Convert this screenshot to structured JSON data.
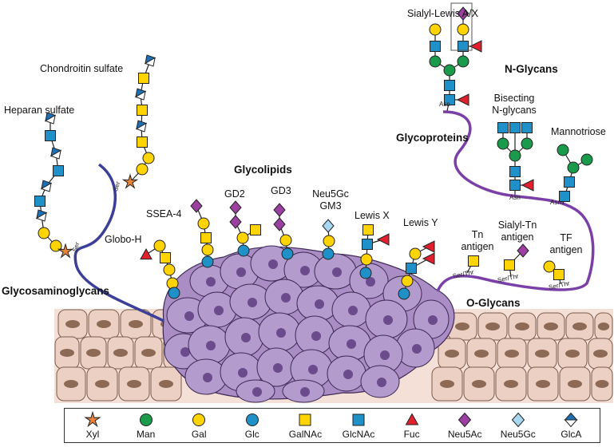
{
  "labels": {
    "sialyl_lewis": "Sialyl-Lewis A/X",
    "n_glycans": "N-Glycans",
    "bisecting_1": "Bisecting",
    "bisecting_2": "N-glycans",
    "mannotriose": "Mannotriose",
    "glycoproteins": "Glycoproteins",
    "chondroitin": "Chondroitin sulfate",
    "heparan": "Heparan sulfate",
    "glycolipids": "Glycolipids",
    "gd2": "GD2",
    "gd3": "GD3",
    "neu5gc_gm3_1": "Neu5Gc",
    "neu5gc_gm3_2": "GM3",
    "ssea4": "SSEA-4",
    "globo_h": "Globo-H",
    "lewis_x": "Lewis X",
    "lewis_y": "Lewis Y",
    "tn_1": "Tn",
    "tn_2": "antigen",
    "sialyl_tn_1": "Sialyl-Tn",
    "sialyl_tn_2": "antigen",
    "tf_1": "TF",
    "tf_2": "antigen",
    "o_glycans": "O-Glycans",
    "gag": "Glycosaminoglycans",
    "asn": "Asn",
    "ser": "Ser",
    "ser_thr": "Ser/Thr"
  },
  "legend": [
    {
      "name": "Xyl",
      "icon": "star-icon",
      "color": "#e8833a"
    },
    {
      "name": "Man",
      "icon": "circle-icon",
      "color": "#1a9b4b"
    },
    {
      "name": "Gal",
      "icon": "circle-icon",
      "color": "#ffd400"
    },
    {
      "name": "Glc",
      "icon": "circle-icon",
      "color": "#1f90c8"
    },
    {
      "name": "GalNAc",
      "icon": "square-icon",
      "color": "#ffd400"
    },
    {
      "name": "GlcNAc",
      "icon": "square-icon",
      "color": "#1f90c8"
    },
    {
      "name": "Fuc",
      "icon": "triangle-icon",
      "color": "#e0202c"
    },
    {
      "name": "Neu5Ac",
      "icon": "diamond-icon",
      "color": "#9b3fa0"
    },
    {
      "name": "Neu5Gc",
      "icon": "diamond-icon",
      "color": "#a8d8f0"
    },
    {
      "name": "GlcA",
      "icon": "split-diamond-icon",
      "color": "#1f6fb5"
    }
  ],
  "colors": {
    "chain": "#7a40a8",
    "gag_chain": "#3c3f98",
    "tumor_cell": "#a98dc4",
    "tumor_nucleus": "#6b4b8c",
    "epithelial": "#ecd0c3",
    "epithelial_nucleus": "#8c6a55"
  }
}
